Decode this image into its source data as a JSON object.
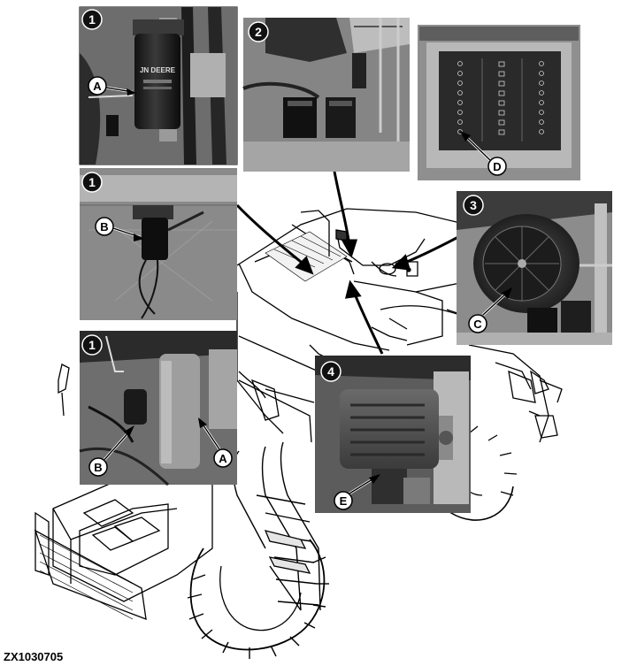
{
  "figure": {
    "reference_code": "ZX1030705",
    "panel_numbers": {
      "panel_1a": "1",
      "panel_2": "2",
      "panel_1b": "1",
      "panel_1c": "1",
      "panel_3": "3",
      "panel_4": "4"
    },
    "callout_letters": {
      "a_top": "A",
      "b_mid": "B",
      "b_low": "B",
      "a_low": "A",
      "c": "C",
      "d": "D",
      "e": "E"
    },
    "filter_brand_text": "JN DEERE",
    "colors": {
      "line_art": "#000000",
      "photo_dark": "#2a2a2a",
      "photo_mid": "#7a7a7a",
      "photo_light": "#c8c8c8",
      "callout_fill": "#ffffff"
    }
  }
}
